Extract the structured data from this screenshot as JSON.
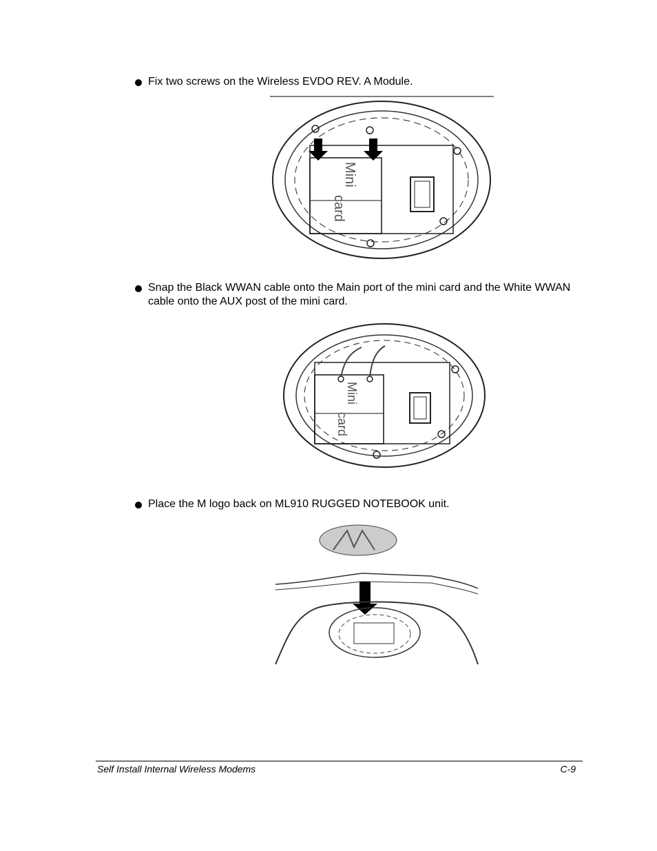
{
  "steps": [
    {
      "text": "Fix two screws on the Wireless EVDO REV. A Module."
    },
    {
      "text": "Snap the Black WWAN cable onto the Main port of the mini card and the White WWAN cable onto the AUX post of the mini card."
    },
    {
      "text": "Place the M logo back on ML910 RUGGED NOTEBOOK unit."
    }
  ],
  "figures": {
    "card_label_line1": "Mini",
    "card_label_line2": "card"
  },
  "footer": {
    "left": "Self Install Internal Wireless Modems",
    "right": "C-9"
  }
}
